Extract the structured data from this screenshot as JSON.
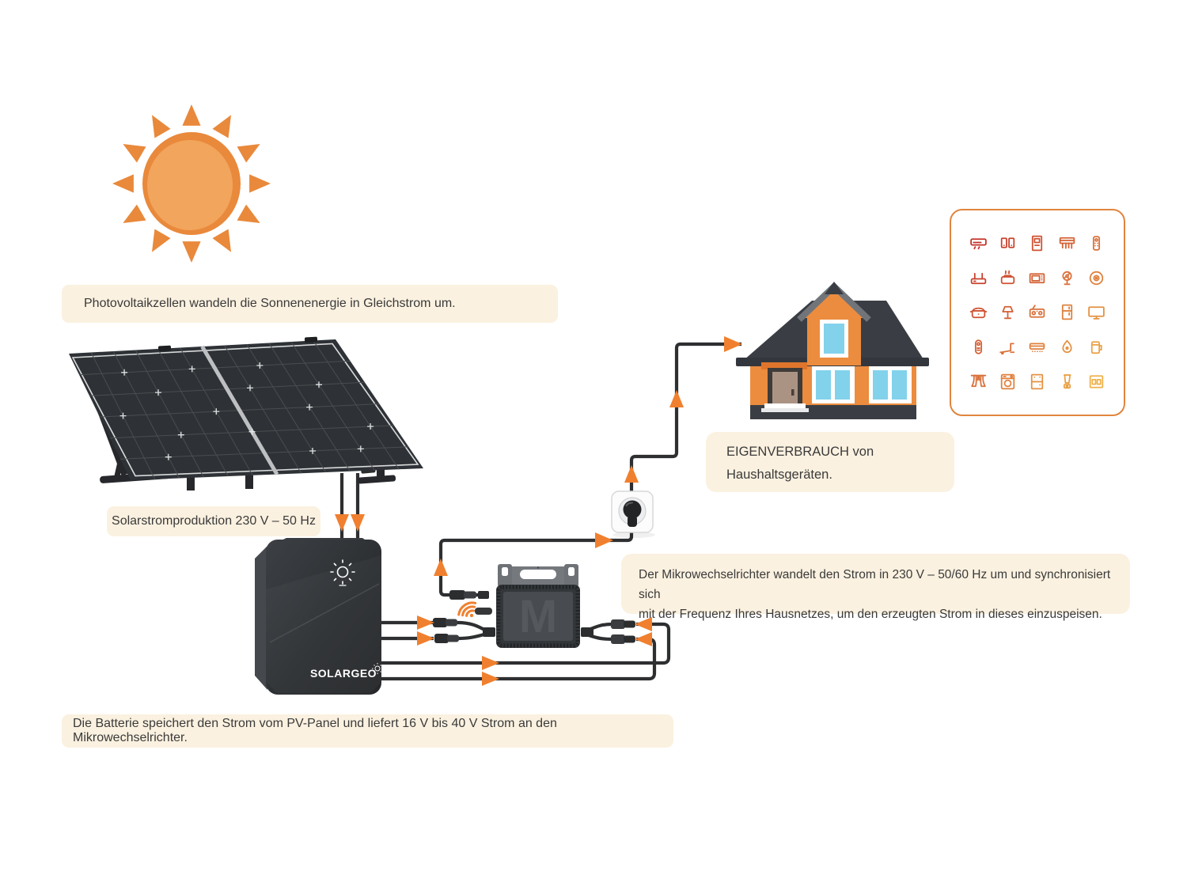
{
  "notes": {
    "photovoltaik": "Photovoltaikzellen wandeln die Sonnenenergie in Gleichstrom um.",
    "solarstrom": "Solarstromproduktion 230 V – 50 Hz",
    "eigenverbrauch": [
      "EIGENVERBRAUCH von",
      "Haushaltsgeräten."
    ],
    "mikrowechselrichter": [
      "Der Mikrowechselrichter wandelt den Strom in 230 V – 50/60 Hz um und synchronisiert sich",
      "mit der Frequenz Ihres Hausnetzes, um den erzeugten Strom in dieses einzuspeisen."
    ],
    "batterie": "Die Batterie speichert den Strom vom PV-Panel und liefert 16 V bis 40 V Strom an den Mikrowechselrichter."
  },
  "battery": {
    "brand": "SOLARGEO"
  },
  "inverter": {
    "logo_letter": "M"
  },
  "colors": {
    "accent_orange": "#F0802F",
    "note_background": "#FBF1E0",
    "sun_rays": "#E9893B",
    "sun_core": "#F2A55C",
    "house_wall": "#EC8C3E",
    "roof_dark": "#3A3E44",
    "wire": "#2D2F31",
    "icon_panel_border": "#E0853E",
    "window_glass": "#82D2EC"
  },
  "appliances": {
    "items": [
      {
        "name": "split-ac",
        "color": "#C43129"
      },
      {
        "name": "smartphones",
        "color": "#C9412D"
      },
      {
        "name": "water-dispenser",
        "color": "#CF5131"
      },
      {
        "name": "fan-coil",
        "color": "#D46135"
      },
      {
        "name": "remote-control",
        "color": "#D9713A"
      },
      {
        "name": "router",
        "color": "#C9412D"
      },
      {
        "name": "toaster",
        "color": "#CF5131"
      },
      {
        "name": "microwave",
        "color": "#D46135"
      },
      {
        "name": "table-fan",
        "color": "#D9713A"
      },
      {
        "name": "robot-vacuum",
        "color": "#DF813E"
      },
      {
        "name": "rice-cooker",
        "color": "#CF5131"
      },
      {
        "name": "desk-lamp",
        "color": "#D46135"
      },
      {
        "name": "radio",
        "color": "#D9713A"
      },
      {
        "name": "refrigerator",
        "color": "#DF813E"
      },
      {
        "name": "television",
        "color": "#E49142"
      },
      {
        "name": "smart-speaker",
        "color": "#D46135"
      },
      {
        "name": "treadmill",
        "color": "#D9713A"
      },
      {
        "name": "air-conditioner",
        "color": "#DF813E"
      },
      {
        "name": "garment-steamer",
        "color": "#E49142"
      },
      {
        "name": "kettle",
        "color": "#EAA146"
      },
      {
        "name": "curtains",
        "color": "#D9713A"
      },
      {
        "name": "washing-machine",
        "color": "#DF813E"
      },
      {
        "name": "freezer",
        "color": "#E49142"
      },
      {
        "name": "blender",
        "color": "#EAA146"
      },
      {
        "name": "power-socket",
        "color": "#EFB14A"
      }
    ]
  }
}
